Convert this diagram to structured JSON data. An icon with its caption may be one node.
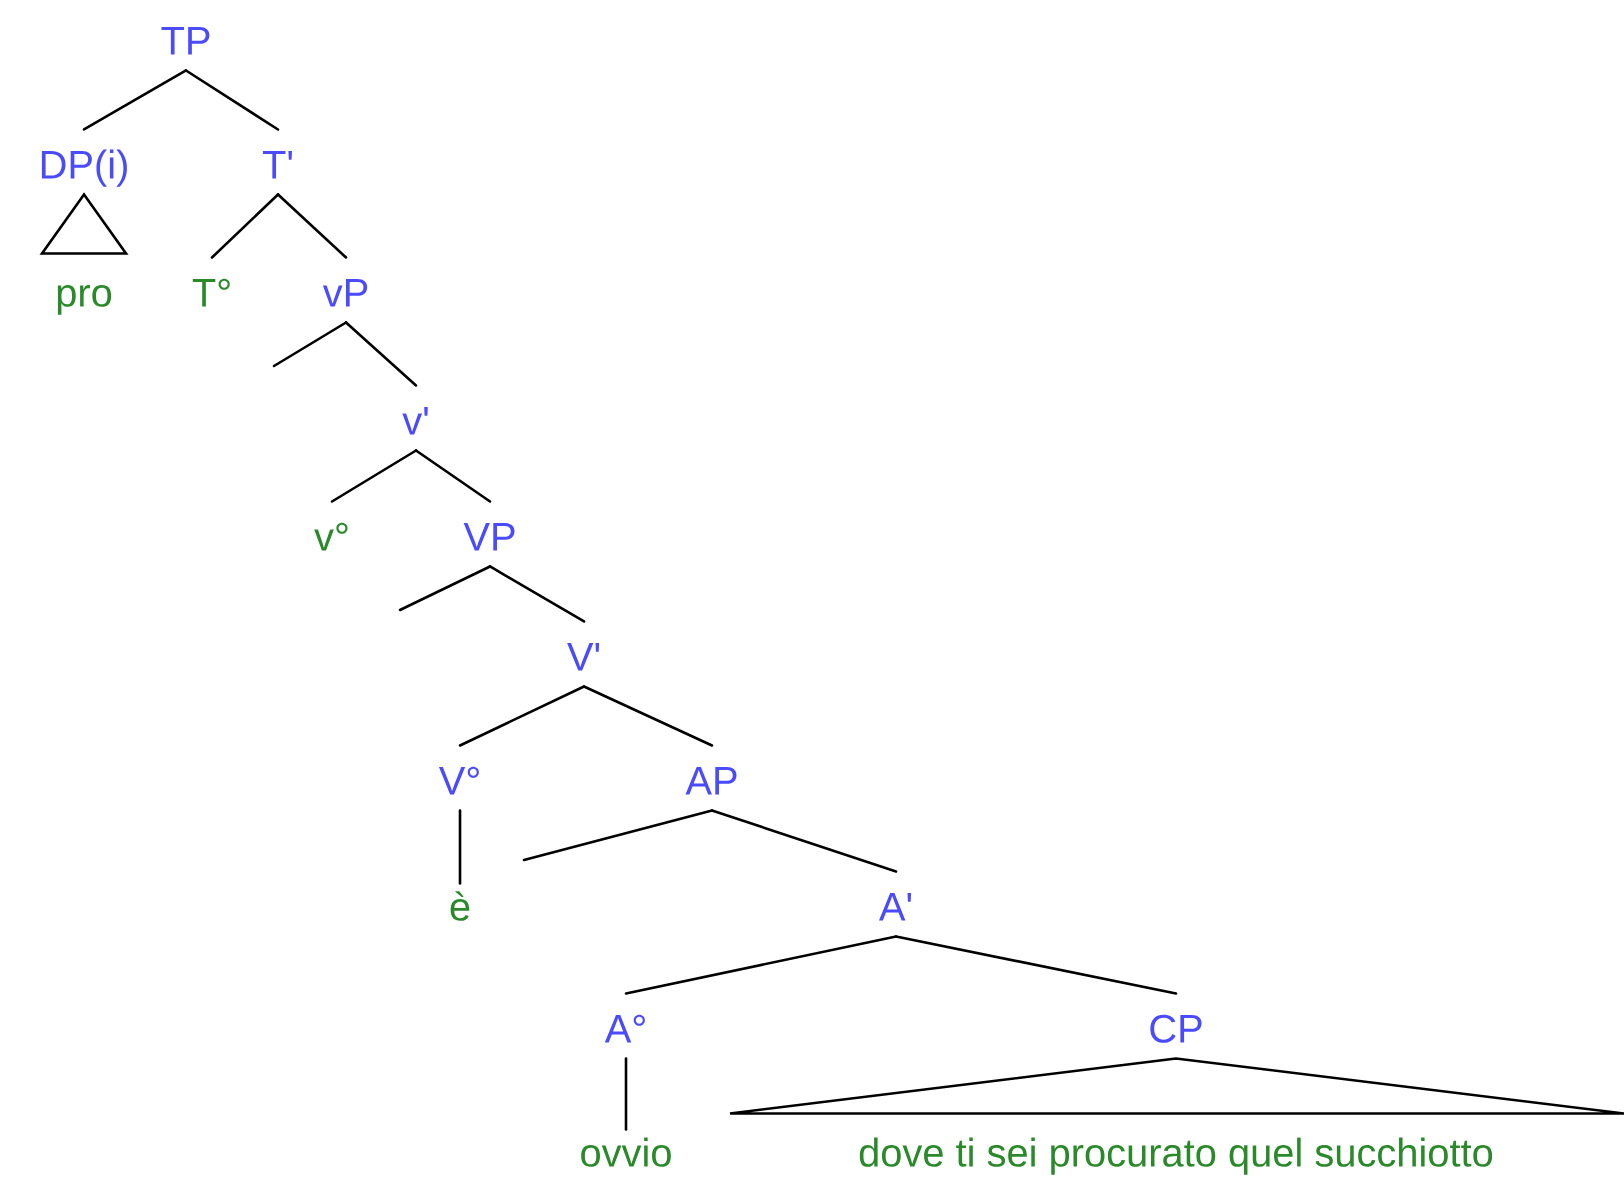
{
  "diagram": {
    "nodes": [
      {
        "text": [
          "TP"
        ]
      },
      {
        "text": [
          "DP(i)"
        ]
      },
      {
        "text": [
          "T'"
        ]
      },
      {
        "text": [
          "pro"
        ]
      },
      {
        "text": [
          "T°"
        ]
      },
      {
        "text": [
          "vP"
        ]
      },
      {
        "text": [
          "v'"
        ]
      },
      {
        "text": [
          "v°"
        ]
      },
      {
        "text": [
          "VP"
        ]
      },
      {
        "text": [
          "V'"
        ]
      },
      {
        "text": [
          "V°"
        ]
      },
      {
        "text": [
          "AP"
        ]
      },
      {
        "text": [
          "è"
        ]
      },
      {
        "text": [
          "A'"
        ]
      },
      {
        "text": [
          "A°"
        ]
      },
      {
        "text": [
          "CP"
        ]
      },
      {
        "text": [
          "ovvio"
        ]
      },
      {
        "text": [
          "dove ti sei procurato quel succhiotto"
        ]
      }
    ],
    "edges": [
      {
        "from": 0,
        "to": 1,
        "arrow": "none"
      },
      {
        "from": 0,
        "to": 2,
        "arrow": "none"
      },
      {
        "from": 1,
        "to": 3,
        "arrow": "none"
      },
      {
        "from": 2,
        "to": 4,
        "arrow": "none"
      },
      {
        "from": 2,
        "to": 5,
        "arrow": "none"
      },
      {
        "from": 5,
        "to": null,
        "arrow": "none"
      },
      {
        "from": 5,
        "to": 6,
        "arrow": "none"
      },
      {
        "from": 6,
        "to": 7,
        "arrow": "none"
      },
      {
        "from": 6,
        "to": 8,
        "arrow": "none"
      },
      {
        "from": 8,
        "to": null,
        "arrow": "none"
      },
      {
        "from": 8,
        "to": 9,
        "arrow": "none"
      },
      {
        "from": 9,
        "to": 10,
        "arrow": "none"
      },
      {
        "from": 9,
        "to": 11,
        "arrow": "none"
      },
      {
        "from": 10,
        "to": 12,
        "arrow": "none"
      },
      {
        "from": 11,
        "to": null,
        "arrow": "none"
      },
      {
        "from": 11,
        "to": 13,
        "arrow": "none"
      },
      {
        "from": 13,
        "to": 14,
        "arrow": "none"
      },
      {
        "from": 13,
        "to": 15,
        "arrow": "none"
      },
      {
        "from": 14,
        "to": 16,
        "arrow": "none"
      },
      {
        "from": 15,
        "to": 17,
        "arrow": "none"
      }
    ]
  }
}
